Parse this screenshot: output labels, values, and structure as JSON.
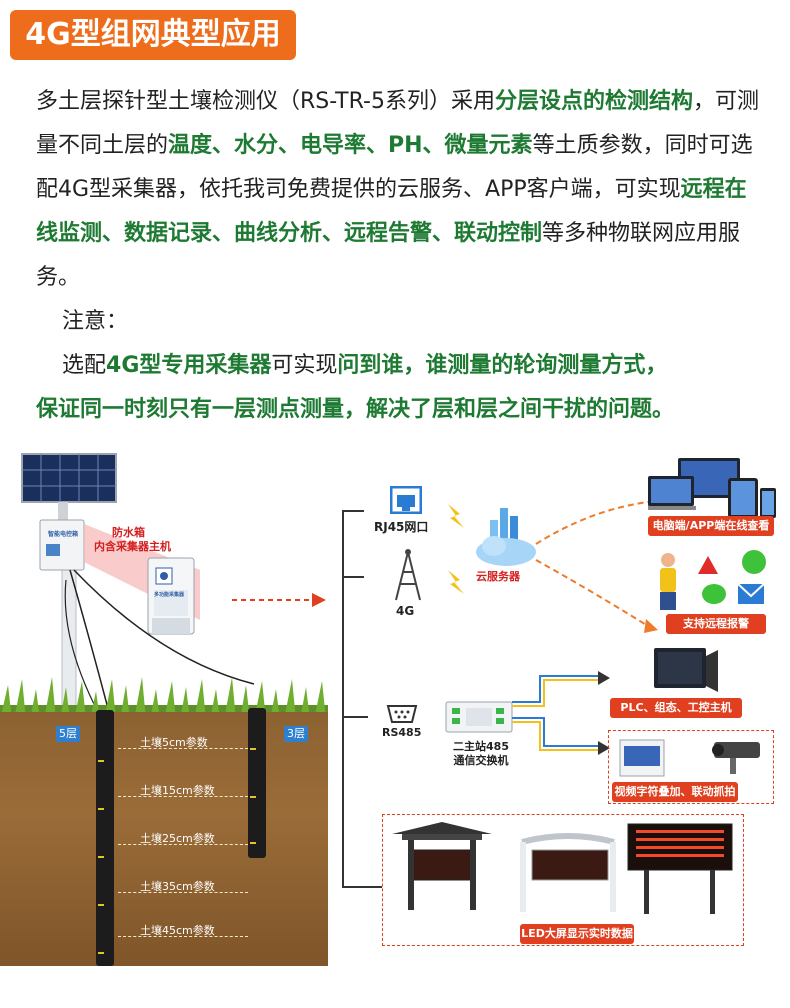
{
  "header": {
    "title": "4G型组网典型应用"
  },
  "intro": {
    "p1_a": "多土层探针型土壤检测仪（RS-TR-5系列）采用",
    "p1_b": "分层设点的检测结构",
    "p1_c": "，可测量不同土层的",
    "p1_d": "温度、水分、电导率、PH、微量元素",
    "p1_e": "等土质参数，同时可选配4G型采集器，依托我司免费提供的云服务、APP客户端，可实现",
    "p1_f": "远程在线监测、数据记录、曲线分析、远程告警、联动控制",
    "p1_g": "等多种物联网应用服务。",
    "note": "注意：",
    "p2_a": "选配",
    "p2_b": "4G型专用采集器",
    "p2_c": "可实现",
    "p2_d": "问到谁，谁测量的轮询测量方式，",
    "p2_e": "保证同一时刻只有一层测点测量，解决了层和层之间干扰的问题。"
  },
  "diagram": {
    "box_label": "智能电控箱",
    "box_callout_1": "防水箱",
    "box_callout_2": "内含采集器主机",
    "collector_label": "多功能采集器",
    "layer_left": "5层",
    "layer_right": "3层",
    "depths": [
      "土壤5cm参数",
      "土壤15cm参数",
      "土壤25cm参数",
      "土壤35cm参数",
      "土壤45cm参数"
    ],
    "rj45": "RJ45网口",
    "net4g": "4G",
    "cloud": "云服务器",
    "pc_tag": "电脑端/APP端在线查看",
    "alarm_tag": "支持远程报警",
    "rs485": "RS485",
    "switch_1": "二主站485",
    "switch_2": "通信交换机",
    "plc_tag": "PLC、组态、工控主机",
    "video_tag": "视频字符叠加、联动抓拍",
    "led_tag": "LED大屏显示实时数据",
    "colors": {
      "accent": "#ee6d1c",
      "green": "#1e7a33",
      "tag_red": "#e04020"
    }
  }
}
